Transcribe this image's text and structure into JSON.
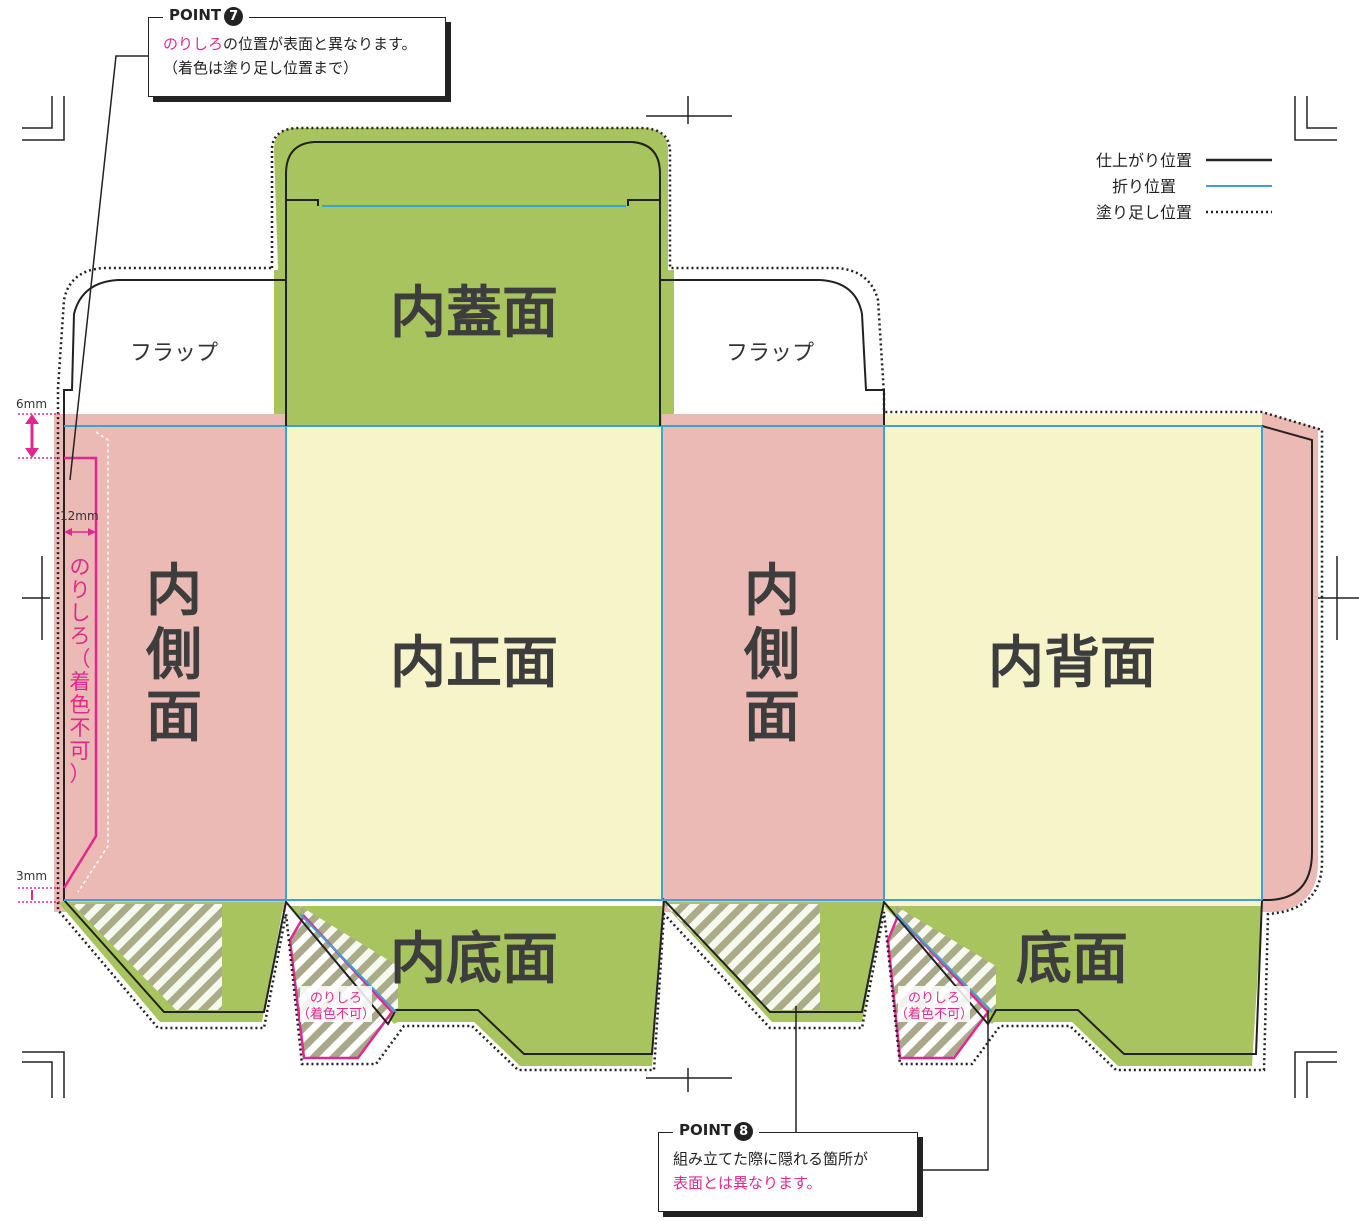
{
  "colors": {
    "lid": "#a8c45e",
    "side": "#ebbab4",
    "front": "#f6f4c8",
    "glue": "#e0298f",
    "fold_line": "#3fa0d8",
    "cut_line": "#222222"
  },
  "panels": {
    "lid": "内蓋面",
    "front": "内正面",
    "back": "内背面",
    "side_left": [
      "内",
      "側",
      "面"
    ],
    "side_right": [
      "内",
      "側",
      "面"
    ],
    "inner_bottom": "内底面",
    "bottom": "底面",
    "flap_left": "フラップ",
    "flap_right": "フラップ"
  },
  "glue_side": {
    "label": "のりしろ（着色不可）",
    "label_chars": [
      "の",
      "り",
      "し",
      "ろ",
      "（",
      "着",
      "色",
      "不",
      "可",
      "）"
    ]
  },
  "glue_small": {
    "line1": "のりしろ",
    "line2": "（着色不可）"
  },
  "dimensions": {
    "top_bleed": "6mm",
    "glue_width": "12mm",
    "bottom_bleed": "3mm"
  },
  "legend": {
    "finish": "仕上がり位置",
    "fold": "折り位置",
    "bleed": "塗り足し位置"
  },
  "point7": {
    "label": "POINT",
    "number": "7",
    "line1_pink": "のりしろ",
    "line1_rest": "の位置が表面と異なります。",
    "line2": "（着色は塗り足し位置まで）"
  },
  "point8": {
    "label": "POINT",
    "number": "8",
    "line1": "組み立てた際に隠れる箇所が",
    "line2_pink": "表面とは異なります。"
  }
}
